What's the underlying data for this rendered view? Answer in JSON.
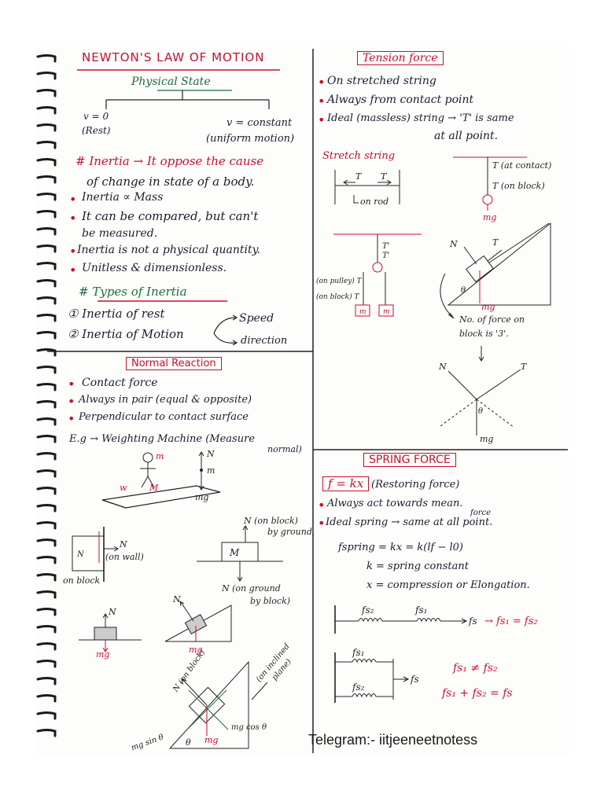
{
  "telegram": "Telegram:- iitjeeneetnotess",
  "colors": {
    "ink": "#1b1b30",
    "red": "#c8102e",
    "green": "#1e6b3a"
  },
  "newton": {
    "title": "NEWTON'S LAW OF MOTION",
    "physical_state": "Physical State",
    "v0": "v = 0",
    "rest": "(Rest)",
    "vconst": "v = constant",
    "uniform": "(uniform motion)",
    "inertia_def_1": "# Inertia → It oppose the cause",
    "inertia_def_2": "of change in state of a body.",
    "points": [
      "Inertia ∝ Mass",
      "It can be compared, but can't",
      "be measured.",
      "Inertia is not a physical quantity.",
      "Unitless & dimensionless."
    ],
    "types_title": "# Types of Inertia",
    "type1": "① Inertia of rest",
    "type2": "② Inertia of Motion",
    "speed": "Speed",
    "direction": "direction"
  },
  "tension": {
    "title": "Tension force",
    "p1": "On stretched string",
    "p2": "Always from contact point",
    "p3": "Ideal (massless) string → 'T' is same",
    "p3b": "at all point.",
    "stretch_string": "Stretch string",
    "on_rod": "on rod",
    "t_at_contact": "T (at contact)",
    "t_on_block": "T (on block)",
    "mg": "mg",
    "t": "T",
    "t_prime": "T'",
    "on_pulley": "(on pulley) T",
    "on_block": "(on block) T",
    "m": "m",
    "n": "N",
    "theta": "θ",
    "no_of_force": "No. of force on",
    "block_is_3": "block is '3'."
  },
  "normal": {
    "title": "Normal Reaction",
    "p1": "Contact force",
    "p2": "Always in pair (equal & opposite)",
    "p3": "Perpendicular to contact surface",
    "eg": "E.g → Weighting Machine (Measure",
    "normal_word": "normal)",
    "m": "m",
    "w": "w",
    "M": "M",
    "n": "N",
    "mg": "mg",
    "n_on_wall": "(on wall)",
    "on_block": "on block",
    "n_on_block_by_ground": "N (on block)",
    "by_ground": "by ground)",
    "n_on_ground": "N (on ground",
    "by_block": "by block)",
    "n_on_block": "N (on block)",
    "on_inclined": "(on inclined",
    "plane": "plane)",
    "mgcos": "mg cos θ",
    "mgsin": "mg sin θ"
  },
  "spring": {
    "title": "SPRING FORCE",
    "formula": "f = kx",
    "restoring": "(Restoring force)",
    "p1": "Always act towards mean.",
    "force_word": "force",
    "p2": "Ideal spring → same at all point.",
    "eq1": "fspring = kx = k(lf − l0)",
    "eq2": "k = spring constant",
    "eq3": "x = compression or Elongation.",
    "fs1": "fs₁",
    "fs2": "fs₂",
    "fs": "fs",
    "fs_eq": "→ fs₁ = fs₂",
    "fs_neq": "fs₁ ≠ fs₂",
    "fs_sum": "fs₁ + fs₂ = fs"
  }
}
